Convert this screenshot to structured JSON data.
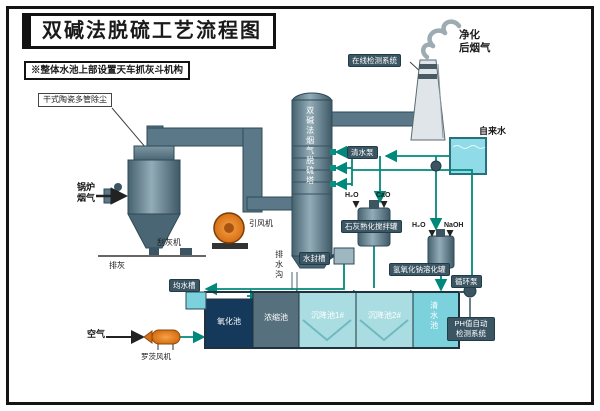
{
  "title": "双碱法脱硫工艺流程图",
  "note": "※整体水池上部设置天车抓灰斗机构",
  "equipment": {
    "dust_collector": "干式陶瓷多管除尘",
    "boiler_flue_gas": "锅炉烟气",
    "ash_discharge": "排灰",
    "ash_scraper": "刮灰机",
    "fan": "引风机",
    "tower": "双碱法烟气脱硫塔",
    "online_detection": "在线检测系统",
    "purified_gas_line1": "净化",
    "purified_gas_line2": "后烟气",
    "tap_water": "自来水",
    "clear_water_pump": "清水泵",
    "lime_h2o": "H₂O",
    "lime_cao": "CaO",
    "lime_tank": "石灰熟化搅拌罐",
    "water_seal_tank": "水封槽",
    "drain_ditch": "排水沟",
    "equalizing_tank": "均水槽",
    "naoh_h2o": "H₂O",
    "naoh": "NaOH",
    "naoh_tank": "氢氧化钠溶化罐",
    "circulation_pump": "循环泵",
    "ph_system": "PH值自动检测系统",
    "air": "空气",
    "roots_blower": "罗茨风机"
  },
  "pools": {
    "oxidation": "氧化池",
    "concentration": "浓缩池",
    "settling_1": "沉降池1#",
    "settling_2": "沉降池2#",
    "clear_water": "清水池"
  },
  "colors": {
    "frame": "#141414",
    "steel": "#5b7888",
    "steel_dark": "#2e4a58",
    "flow_teal": "#00897b",
    "fan_orange": "#d86f12",
    "pool_cyan": "#7bd2dd",
    "pool_light_cyan": "#a9dde2",
    "pool_dark": "#14395a",
    "label_bg": "#3b5563"
  }
}
